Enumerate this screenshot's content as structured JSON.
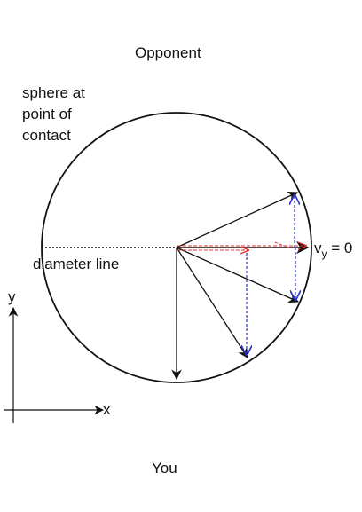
{
  "labels": {
    "opponent": "Opponent",
    "you": "You",
    "sphere": "sphere at\npoint of\ncontact",
    "diameter": "diameter line",
    "vy_main": "v",
    "vy_sub": "y",
    "vy_rest": " = 0",
    "axis_x": "x",
    "axis_y": "y"
  },
  "colors": {
    "stroke": "#111111",
    "red_vector": "#e0342f",
    "blue_component": "#2c35c9"
  }
}
